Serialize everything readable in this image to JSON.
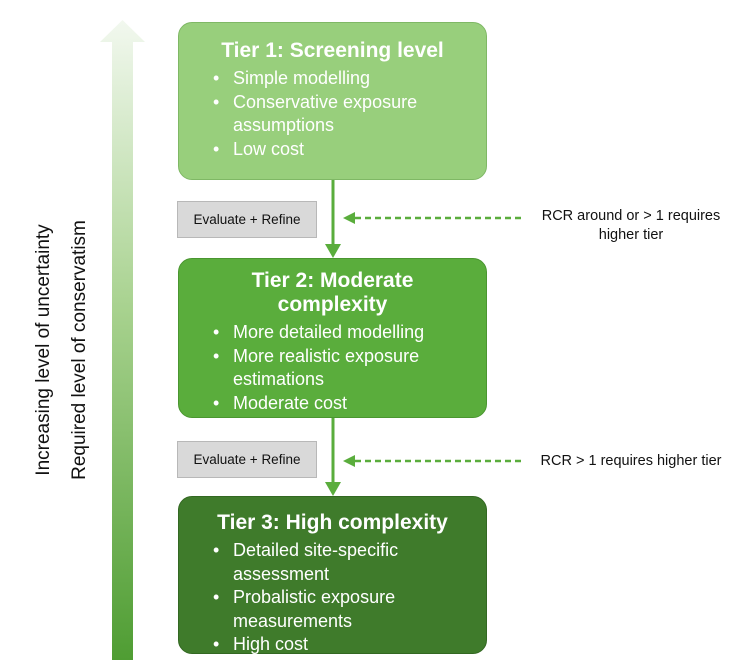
{
  "axis": {
    "uncertainty_label": "Increasing level of uncertainty",
    "conservatism_label": "Required level of conservatism"
  },
  "tiers": [
    {
      "title": "Tier 1: Screening level",
      "bullets": [
        "Simple modelling",
        "Conservative exposure assumptions",
        "Low cost"
      ],
      "color": "#98cf7c"
    },
    {
      "title": "Tier 2: Moderate complexity",
      "bullets": [
        "More detailed modelling",
        "More realistic exposure estimations",
        "Moderate cost"
      ],
      "color": "#5aad3c"
    },
    {
      "title": "Tier 3: High complexity",
      "bullets": [
        "Detailed site-specific assessment",
        "Probalistic exposure measurements",
        "High cost"
      ],
      "color": "#3f7b2b"
    }
  ],
  "transitions": [
    {
      "step_label": "Evaluate + Refine",
      "note": "RCR around or > 1 requires higher tier"
    },
    {
      "step_label": "Evaluate + Refine",
      "note": "RCR > 1 requires higher tier"
    }
  ],
  "colors": {
    "arrow_top": "#eef6ea",
    "arrow_bottom": "#4f9d33",
    "connector": "#5aad3c",
    "dashed": "#5aad3c",
    "eval_box": "#d9d9d9"
  }
}
